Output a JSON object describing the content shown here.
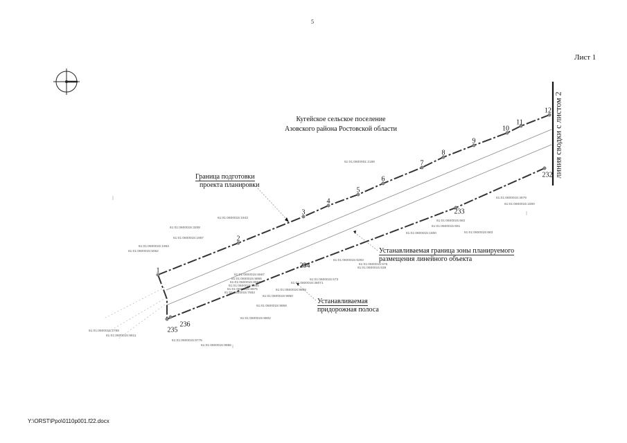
{
  "page_number": "5",
  "sheet_label": "Лист 1",
  "side_label": "линия сводки с листом 2",
  "settlement": {
    "line1": "Кугейское сельское поселение",
    "line2": "Азовского района Ростовской области"
  },
  "callouts": {
    "prep": {
      "line1": "Граница  подготовки",
      "line2": "проекта планировки"
    },
    "zone": {
      "line1": "Устанавливаемая граница зоны планируемого",
      "line2": "размещения линейного объекта"
    },
    "road": {
      "line1": "Устанавливаемая",
      "line2": "придорожная полоса"
    }
  },
  "footer": "Y:\\ORST\\Ppo\\0110p001.f22.docx",
  "point_labels": {
    "p1": "1",
    "p2": "2",
    "p3": "3",
    "p4": "4",
    "p5": "5",
    "p6": "6",
    "p7": "7",
    "p8": "8",
    "p9": "9",
    "p10": "10",
    "p11": "11",
    "p12": "12",
    "p232": "232",
    "p233": "233",
    "p234": "234",
    "p235": "235",
    "p236": "236"
  },
  "cadastral_numbers": [
    "61:01:0600001:2189",
    "61:01:0600015:4679",
    "61:01:0600015:1800",
    "61:01:0600015:682",
    "61:01:0600015:691",
    "61:01:0600015:683",
    "61:01:0600015:1800",
    "61:01:0600015:1843",
    "61:01:0600015:5062",
    "61:01:0600015:3208",
    "61:01:0600015:1957",
    "61:01:0600015:1963",
    "61:01:0600015:6283",
    "61:01:0600015:576",
    "61:01:0600015:638",
    "61:01:0600015:673",
    "61:01:0600015:6567",
    "61:01:0600015:9865",
    "61:01:0600015:8967",
    "61:01:0600015:8865",
    "61:01:0600015:8975",
    "61:01:0600015:7563",
    "61:01:0600018:48071",
    "61:01:0600018:9869",
    "61:01:0600018:9950",
    "61:01:0600015:9959",
    "61:01:0600015:8802",
    "61:01:0600015:2769",
    "61:01:0600015:9611",
    "61:01:0600015:8776",
    "61:01:0600015:9986"
  ]
}
